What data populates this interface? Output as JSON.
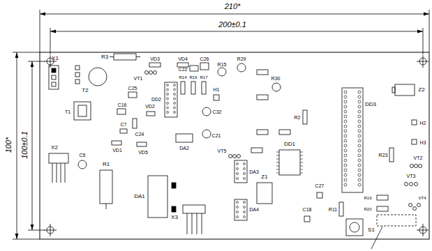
{
  "diagram": {
    "labels": [
      "210*",
      "200±0.1",
      "100*",
      "100±0.1",
      "X1",
      "R3",
      "VD3",
      "VD4",
      "C26",
      "R15",
      "R29",
      "T2",
      "VT1",
      "C25",
      "C22",
      "R14",
      "R16",
      "R17",
      "DD2",
      "H1",
      "R30",
      "C32",
      "R2",
      "DD3",
      "Z2",
      "T1",
      "C16",
      "C7",
      "C24",
      "VD2",
      "VD1",
      "VD5",
      "C5",
      "C21",
      "DA2",
      "VT5",
      "DA3",
      "DD1",
      "C27",
      "H2",
      "H3",
      "R23",
      "VT2",
      "X2",
      "R1",
      "DA1",
      "X3",
      "DA4",
      "Z1",
      "C18",
      "R11",
      "S1",
      "R19",
      "R20",
      "VT3",
      "VT4"
    ]
  }
}
